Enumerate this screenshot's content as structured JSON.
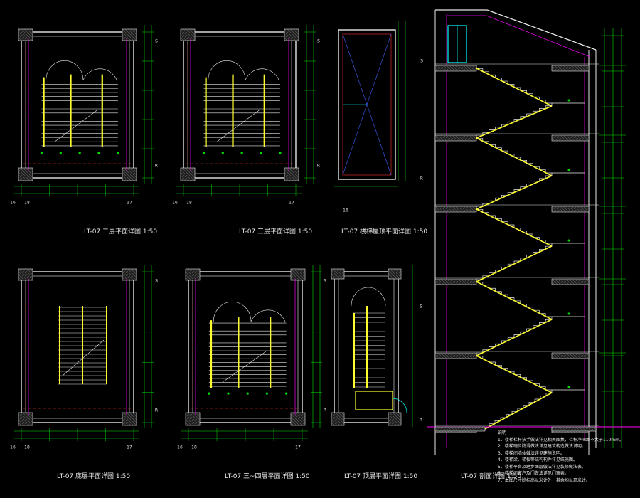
{
  "captions": [
    {
      "id": "cap-plan-2f",
      "text": "LT-07 二层平面详图 1:50"
    },
    {
      "id": "cap-plan-3f",
      "text": "LT-07 三层平面详图 1:50"
    },
    {
      "id": "cap-plan-roof",
      "text": "LT-07 楼梯屋顶平面详图 1:50"
    },
    {
      "id": "cap-plan-base",
      "text": "LT-07 底层平面详图 1:50"
    },
    {
      "id": "cap-plan-typ",
      "text": "LT-07 三~四层平面详图 1:50"
    },
    {
      "id": "cap-plan-top",
      "text": "LT-07 顶层平面详图 1:50"
    },
    {
      "id": "cap-section",
      "text": "LT-07 剖面详图 1:50"
    }
  ],
  "axis_labels": {
    "s": "S",
    "r": "R",
    "a16": "16",
    "a18": "18",
    "a17": "17"
  },
  "notes": {
    "title": "说明",
    "lines": [
      "1、楼梯栏杆扶手做法详见相关图集，栏杆净间距不大于110mm。",
      "2、楼梯踏步防滑做法详见建筑构造做法说明。",
      "3、楼梯间墙体做法详见建施说明。",
      "4、楼梯梁、梯板等结构构件详见结施图。",
      "5、楼梯平台及踏步面层做法详见装修做法表。",
      "6、楼梯间窗户及门做法详见门窗表。",
      "7、本图尺寸除标高以米计外，其余均以毫米计。"
    ]
  }
}
